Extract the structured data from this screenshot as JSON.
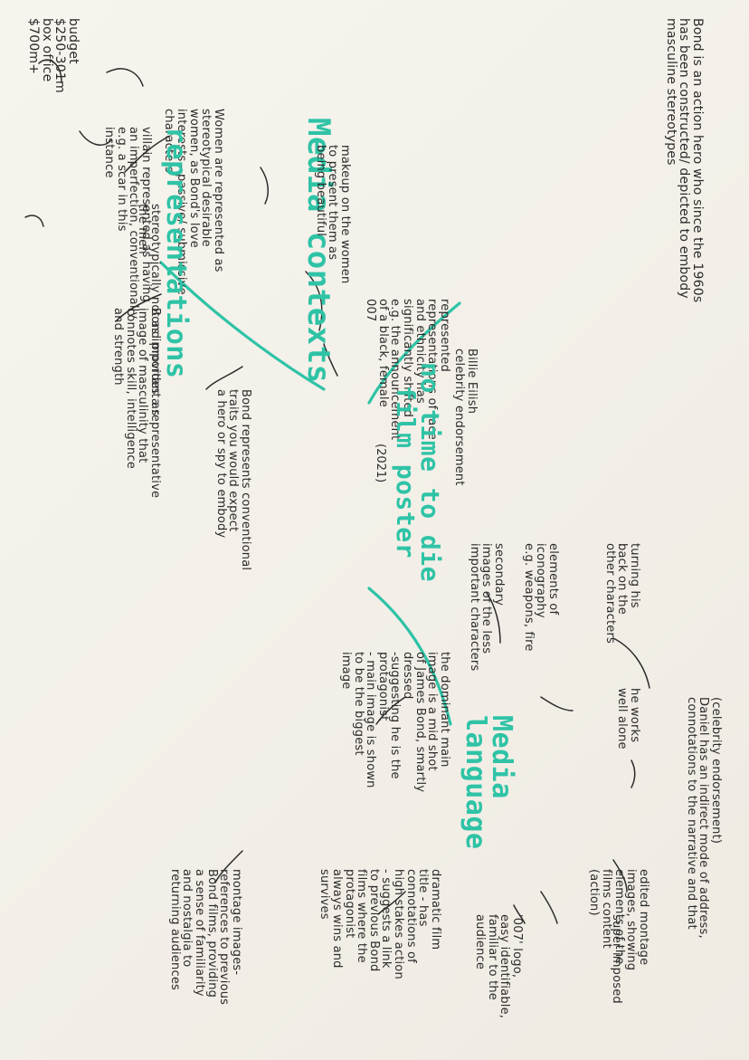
{
  "center": {
    "title": "no time to die\nfilm poster",
    "year": "(2021)"
  },
  "media_contexts": {
    "heading": "Media contexts",
    "notes": {
      "bond_action_hero": "Bond is an action hero who since the 1960s\nhas been constructed/ depicted to embody\nmasculine stereotypes",
      "budget": "budget\n$250-301m\nbox office\n$700m+",
      "women": "Women are represented as\nstereotypical desirable\nwomen, as Bond's love\ninterests - passive/ submissive\ncharacters",
      "stereotypically": "stereotypically not as important as\nthe men",
      "race": "represented\nrepresentations of race\nand ethnicity has\nsignificantly shifted\ne.g. the announcement\nof a black, female\n007",
      "billie": "Billie Eilish\ncelebrity endorsement"
    }
  },
  "representations": {
    "heading": "representations",
    "notes": {
      "makeup": "makeup on the women\nto present them as\nbeing beautiful",
      "villain": "villain represented as having\nan imperfection, conventionally\ne.g. a scar in this\ninstance",
      "bond_image": "Bond provides a representative\nimage of masculinity that\nconnotes skill, intelligence\nand strength",
      "conventional": "Bond represents conventional\ntraits you would expect\na hero or spy to embody"
    }
  },
  "media_language": {
    "heading": "Media\nlanguage",
    "notes": {
      "turning": "turning his\nback on the\nother characters",
      "works_alone": "he works\nwell alone",
      "celebrity": "(celebrity endorsement)\nDaniel has an indirect mode of address,\nconnotations to the narrative and that",
      "iconography": "elements of\niconography\ne.g. weapons, fire",
      "secondary": "secondary\nimages of the less\nimportant characters",
      "dominant": "the dominant main\nimage is a mid shot\nof James Bond, smartly\ndressed\n-suggesting he is the\nprotagonist\n- main image is shown\nto be the biggest\nimage",
      "edited_montage": "edited montage\nimages, showing\nelements of the\nfilms content\n(action)",
      "super_imposed": "super imposed",
      "logo": "'007' logo,\neasy identifiable,\nfamiliar to the\naudience",
      "dramatic": "dramatic film\ntitle - has\nconnotations of\nhigh stakes action\n- suggests a link\nto previous Bond\nfilms where the\nprotagonist\nalways wins and\nsurvives",
      "montage": "montage images-\nreferences to previous\nBond films, providing\na sense of familiarity\nand nostalgia to\nreturning audiences"
    }
  },
  "colors": {
    "accent": "#2fc3a6",
    "ink": "#2b2b2b",
    "paper": "#f4f1ea"
  }
}
